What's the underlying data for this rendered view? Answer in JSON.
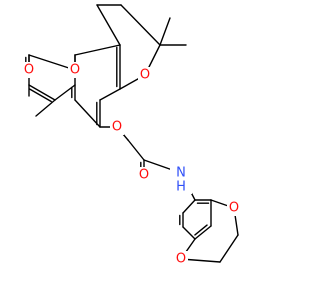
{
  "colors": {
    "background": "#ffffff",
    "bond": "#000000",
    "oxygen": "#ff0d0d",
    "nitrogen": "#3050f8",
    "carbon_text": "#000000"
  },
  "atom_labels": {
    "o_lactone_carbonyl": "O",
    "o_lactone_ring": "O",
    "o_pyran_ring": "O",
    "o_ether": "O",
    "o_amide": "O",
    "nh_amide": "N",
    "h_amide": "H",
    "o_dioxane_upper": "O",
    "o_dioxane_lower": "O"
  }
}
